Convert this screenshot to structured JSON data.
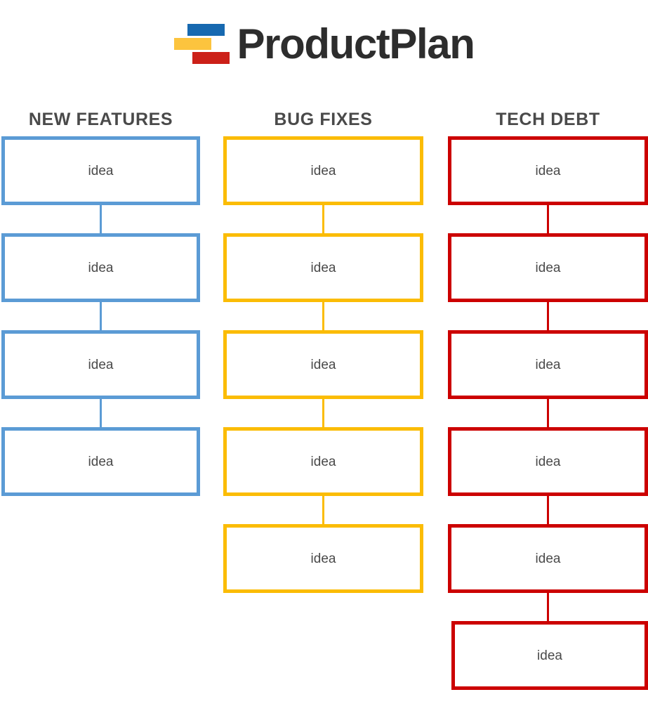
{
  "logo": {
    "wordmark": "ProductPlan",
    "wordmark_color": "#2d2d2d",
    "bars": [
      {
        "name": "blue-bar",
        "color": "#1769B0"
      },
      {
        "name": "yellow-bar",
        "color": "#FCC43E"
      },
      {
        "name": "red-bar",
        "color": "#CC2018"
      }
    ]
  },
  "board": {
    "card_label": "idea",
    "header_color": "#4a4a4a",
    "label_color": "#4a4a4a",
    "columns": [
      {
        "id": "new-features",
        "header": "NEW FEATURES",
        "color": "#5B9BD5",
        "card_count": 4,
        "cards": [
          {
            "label": "idea"
          },
          {
            "label": "idea"
          },
          {
            "label": "idea"
          },
          {
            "label": "idea"
          }
        ]
      },
      {
        "id": "bug-fixes",
        "header": "BUG FIXES",
        "color": "#FBBC05",
        "card_count": 5,
        "cards": [
          {
            "label": "idea"
          },
          {
            "label": "idea"
          },
          {
            "label": "idea"
          },
          {
            "label": "idea"
          },
          {
            "label": "idea"
          }
        ]
      },
      {
        "id": "tech-debt",
        "header": "TECH DEBT",
        "color": "#CC0000",
        "card_count": 6,
        "cards": [
          {
            "label": "idea"
          },
          {
            "label": "idea"
          },
          {
            "label": "idea"
          },
          {
            "label": "idea"
          },
          {
            "label": "idea"
          },
          {
            "label": "idea",
            "offset": true
          }
        ]
      }
    ]
  }
}
